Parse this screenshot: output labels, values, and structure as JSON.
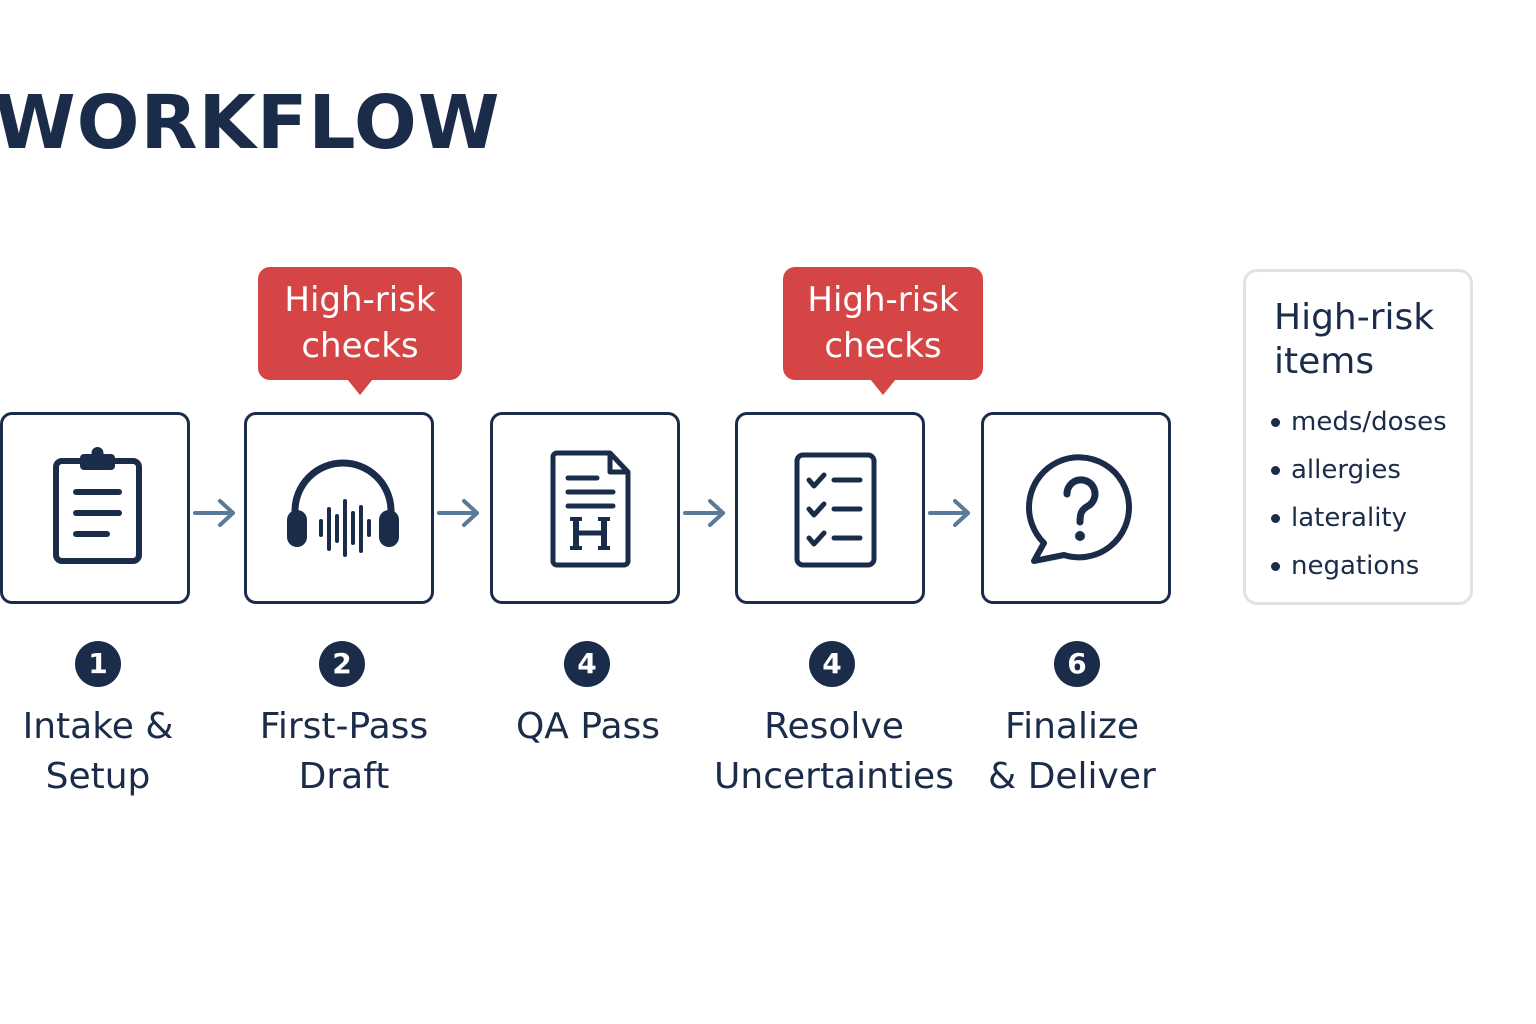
{
  "title": "WORKFLOW",
  "colors": {
    "navy": "#1b2c4a",
    "callout_red": "#d64545",
    "arrow_blue": "#5a7a99",
    "panel_border": "#dfe3e8"
  },
  "steps": [
    {
      "number": "1",
      "label_line1": "Intake &",
      "label_line2": "Setup",
      "icon": "clipboard-icon"
    },
    {
      "number": "2",
      "label_line1": "First-Pass",
      "label_line2": "Draft",
      "icon": "headphones-audio-icon"
    },
    {
      "number": "4",
      "label_line1": "QA Pass",
      "label_line2": "",
      "icon": "document-h-icon"
    },
    {
      "number": "4",
      "label_line1": "Resolve",
      "label_line2": "Uncertainties",
      "icon": "checklist-icon"
    },
    {
      "number": "6",
      "label_line1": "Finalize",
      "label_line2": "& Deliver",
      "icon": "question-bubble-icon"
    }
  ],
  "callouts": [
    {
      "line1": "High-risk",
      "line2": "checks"
    },
    {
      "line1": "High-risk",
      "line2": "checks"
    }
  ],
  "side_panel": {
    "title_line1": "High-risk",
    "title_line2": "items",
    "items": [
      "meds/doses",
      "allergies",
      "laterality",
      "negations"
    ]
  }
}
